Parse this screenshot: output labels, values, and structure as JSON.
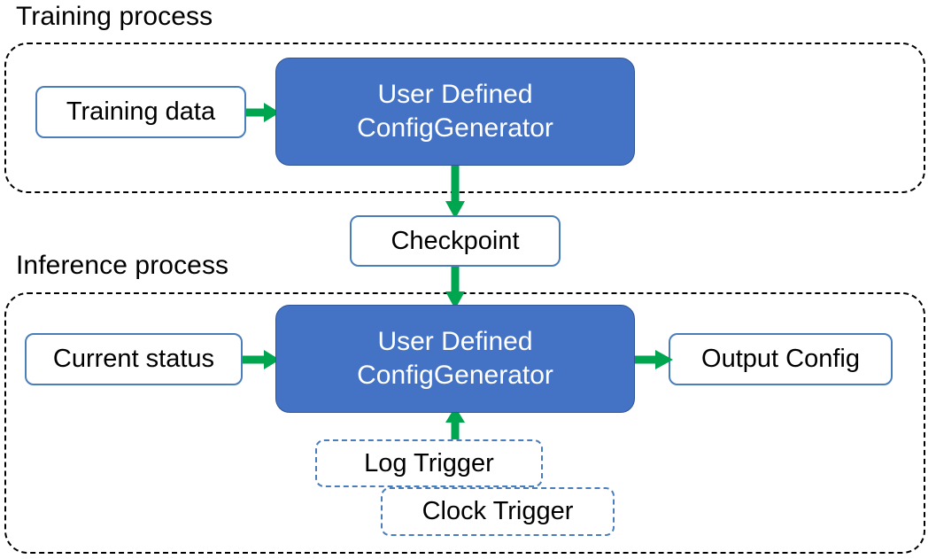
{
  "diagram": {
    "title_training": "Training process",
    "title_inference": "Inference process",
    "colors": {
      "blue_fill": "#4472C4",
      "blue_border": "#4A7EBB",
      "green_arrow": "#00A550",
      "container_border": "#000000",
      "text_dark": "#000000",
      "text_light": "#FFFFFF"
    }
  },
  "training": {
    "nodes": {
      "training_data": "Training data",
      "config_generator": "User Defined\nConfigGenerator",
      "config_generator_line1": "User Defined",
      "config_generator_line2": "ConfigGenerator"
    }
  },
  "shared": {
    "checkpoint": "Checkpoint"
  },
  "inference": {
    "nodes": {
      "current_status": "Current status",
      "config_generator_line1": "User Defined",
      "config_generator_line2": "ConfigGenerator",
      "output_config": "Output Config",
      "log_trigger": "Log Trigger",
      "clock_trigger": "Clock Trigger"
    }
  },
  "edges": [
    {
      "from": "Training data",
      "to": "User Defined ConfigGenerator",
      "direction": "right"
    },
    {
      "from": "User Defined ConfigGenerator",
      "to": "Checkpoint",
      "direction": "down"
    },
    {
      "from": "Checkpoint",
      "to": "User Defined ConfigGenerator",
      "direction": "down"
    },
    {
      "from": "Current status",
      "to": "User Defined ConfigGenerator",
      "direction": "right"
    },
    {
      "from": "User Defined ConfigGenerator",
      "to": "Output Config",
      "direction": "right"
    },
    {
      "from": "Log Trigger / Clock Trigger",
      "to": "User Defined ConfigGenerator",
      "direction": "up"
    }
  ]
}
